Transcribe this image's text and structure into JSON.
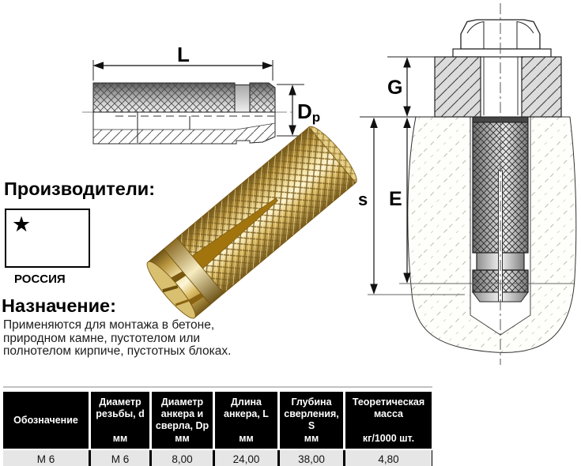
{
  "side_view": {
    "length_label": "L",
    "diameter_label_main": "D",
    "diameter_label_sub": "p"
  },
  "install_view": {
    "plate_thickness_label": "G",
    "drill_depth_label": "s",
    "embed_depth_label": "E"
  },
  "manufacturers": {
    "heading": "Производители:",
    "star": "★",
    "country": "РОССИЯ"
  },
  "purpose": {
    "heading": "Назначение:",
    "line1": "Применяются для монтажа в бетоне,",
    "line2": "природном камне, пустотелом или",
    "line3": "полнотелом кирпиче, пустотных блоках."
  },
  "table": {
    "columns": [
      {
        "title": "Обозначение",
        "unit": ""
      },
      {
        "title": "Диаметр резьбы, d",
        "unit": "мм"
      },
      {
        "title": "Диаметр анкера и сверла, Dp",
        "unit": "мм"
      },
      {
        "title": "Длина анкера, L",
        "unit": "мм"
      },
      {
        "title": "Глубина сверления, S",
        "unit": "мм"
      },
      {
        "title": "Теоретическая масса",
        "unit": "кг/1000 шт."
      }
    ],
    "row": {
      "designation": "М 6",
      "thread_diameter": "М 6",
      "anchor_drill_diameter": "8,00",
      "anchor_length": "24,00",
      "drilling_depth": "38,00",
      "theoretical_mass": "4,80"
    }
  },
  "colors": {
    "table_header_bg": "#000000",
    "table_header_text": "#ffffff",
    "table_row_bg": "#e6e6e6",
    "brass": "#c9a84c"
  }
}
